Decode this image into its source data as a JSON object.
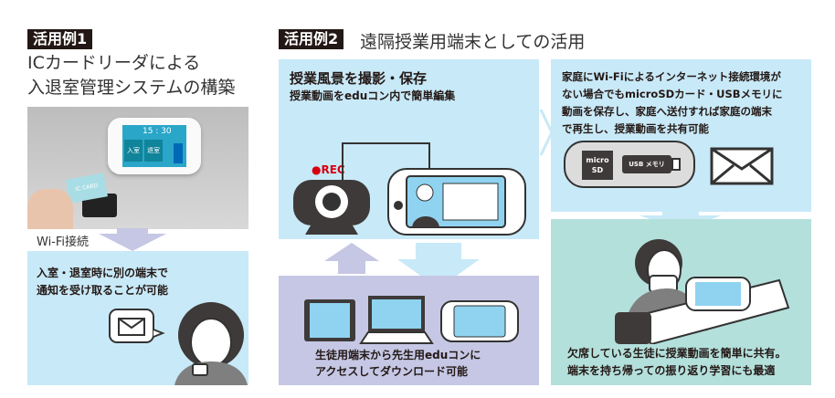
{
  "example1": {
    "tag": "活用例1",
    "title_line1": "ICカードリーダによる",
    "title_line2": "入退室管理システムの構築",
    "photo": {
      "card_text": "IC CARD",
      "time": "15 : 30",
      "btn_in": "入室",
      "btn_out": "退室"
    },
    "wifi_label": "Wi-Fi接続",
    "notice_line1": "入室・退室時に別の端末で",
    "notice_line2": "通知を受け取ることが可能"
  },
  "example2": {
    "tag": "活用例2",
    "title": "遠隔授業用端末としての活用",
    "record": {
      "heading": "授業風景を撮影・保存",
      "sub": "授業動画をeduコン内で簡単編集",
      "rec_label": "●REC"
    },
    "home": {
      "lines": [
        "家庭にWi-Fiによるインターネット接続環境が",
        "ない場合でもmicroSDカード・USBメモリに",
        "動画を保存し、家庭へ送付すれば家庭の端末",
        "で再生し、授業動画を共有可能"
      ],
      "sd_label_1": "micro",
      "sd_label_2": "SD",
      "usb_label": "USB メモリ"
    },
    "download": {
      "line1": "生徒用端末から先生用eduコンに",
      "line2": "アクセスしてダウンロード可能"
    },
    "absent": {
      "line1": "欠席している生徒に授業動画を簡単に共有。",
      "line2": "端末を持ち帰っての振り返り学習にも最適"
    }
  },
  "colors": {
    "blue": "#c8e9f8",
    "lavender": "#c5c7e4",
    "teal": "#b4e0dc",
    "dark": "#231815",
    "red": "#d7000f"
  }
}
